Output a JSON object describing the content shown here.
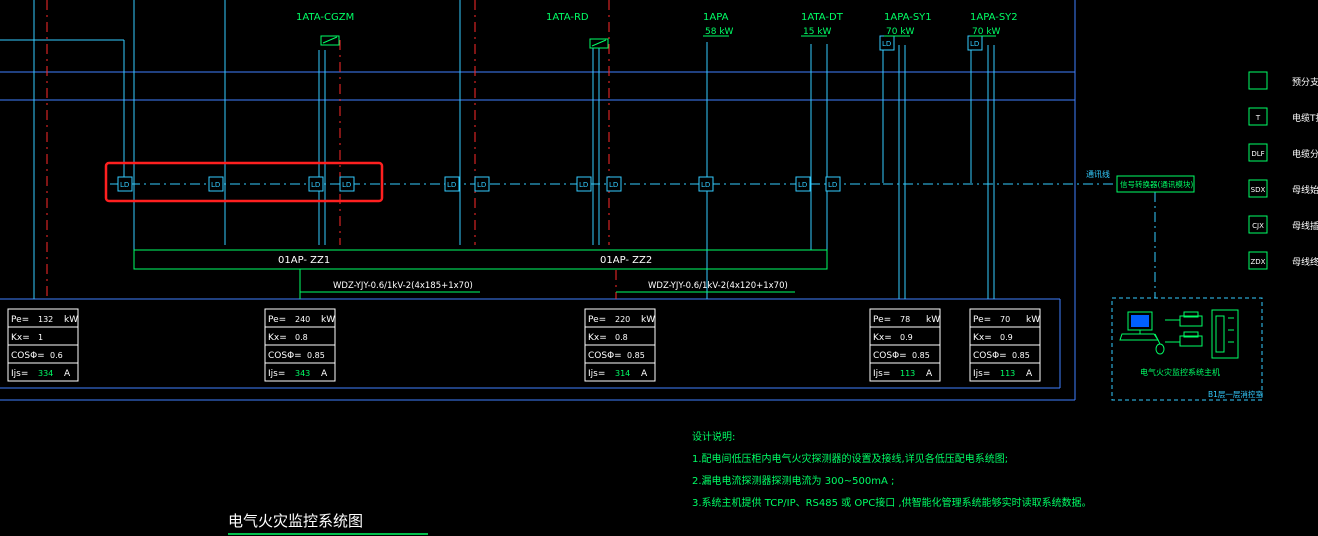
{
  "diagram_title": "电气火灾监控系统图",
  "loads": [
    {
      "label": "1ATA-CGZM",
      "power": ""
    },
    {
      "label": "1ATA-RD",
      "power": ""
    },
    {
      "label": "1APA",
      "power": "58 kW"
    },
    {
      "label": "1ATA-DT",
      "power": "15 kW"
    },
    {
      "label": "1APA-SY1",
      "power": "70 kW"
    },
    {
      "label": "1APA-SY2",
      "power": "70 kW"
    }
  ],
  "detector_tag": "LD",
  "comm_line_label": "通讯线",
  "comm_module_label": "信号转换器(通讯模块)",
  "busbars": [
    {
      "name": "01AP- ZZ1",
      "cable": "WDZ-YJY-0.6/1kV-2(4x185+1x70)"
    },
    {
      "name": "01AP- ZZ2",
      "cable": "WDZ-YJY-0.6/1kV-2(4x120+1x70)"
    }
  ],
  "load_calcs": [
    {
      "pe": "132",
      "kx": "1",
      "cos": "0.6",
      "ijs": "334"
    },
    {
      "pe": "240",
      "kx": "0.8",
      "cos": "0.85",
      "ijs": "343"
    },
    {
      "pe": "220",
      "kx": "0.8",
      "cos": "0.85",
      "ijs": "314"
    },
    {
      "pe": "78",
      "kx": "0.9",
      "cos": "0.85",
      "ijs": "113"
    },
    {
      "pe": "70",
      "kx": "0.9",
      "cos": "0.85",
      "ijs": "113"
    }
  ],
  "calc_labels": {
    "pe": "Pe=",
    "kx": "Kx=",
    "cos": "COSΦ=",
    "ijs": "Ijs=",
    "unit_kw": "kW",
    "unit_a": "A"
  },
  "monitor_host": {
    "label": "电气火灾监控系统主机",
    "room": "B1层一层消控室"
  },
  "legend": [
    {
      "symbol": "",
      "text": "预分支电"
    },
    {
      "symbol": "T",
      "text": "电缆T接"
    },
    {
      "symbol": "DLF",
      "text": "电缆分支"
    },
    {
      "symbol": "SDX",
      "text": "母线始端"
    },
    {
      "symbol": "CJX",
      "text": "母线插接"
    },
    {
      "symbol": "ZDX",
      "text": "母线终端"
    }
  ],
  "notes": {
    "heading": "设计说明:",
    "lines": [
      "1.配电间低压柜内电气火灾探测器的设置及接线,详见各低压配电系统图;",
      "2.漏电电流探测器探测电流为     300~500mA ;",
      "3.系统主机提供   TCP/IP、RS485 或 OPC接口 ,供智能化管理系统能够实时读取系统数据。"
    ]
  },
  "colors": {
    "white": "#ffffff",
    "green": "#00ff66",
    "cyan": "#33ccff",
    "blue": "#3f7fff",
    "red": "#ff2a2a",
    "highlight": "#ff2020"
  }
}
